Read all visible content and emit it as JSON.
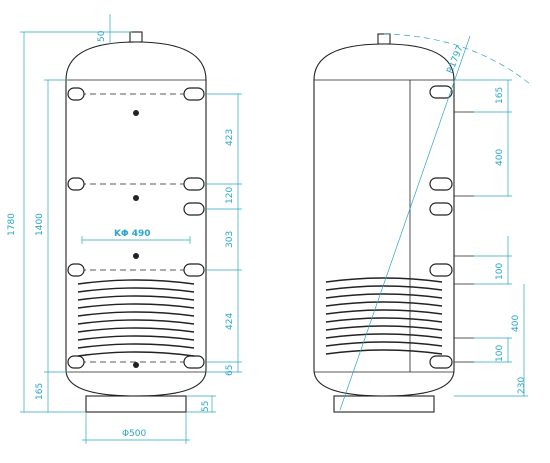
{
  "labels": {
    "total_height": "1780",
    "inner_height": "1400",
    "bottom_offset_left": "165",
    "top_outlet": "50",
    "spacing_423": "423",
    "spacing_120": "120",
    "spacing_303": "303",
    "spacing_424": "424",
    "spacing_65": "65",
    "foot_55": "55",
    "inner_diameter": "KΦ 490",
    "foot_diameter": "Φ500",
    "tilt_radius": "R1797",
    "side_165": "165",
    "side_400_top": "400",
    "side_100_a": "100",
    "side_400_bottom": "400",
    "side_100_b": "100",
    "side_230": "230"
  },
  "colors": {
    "dimension": "#2aa6c9",
    "outline": "#222222"
  }
}
